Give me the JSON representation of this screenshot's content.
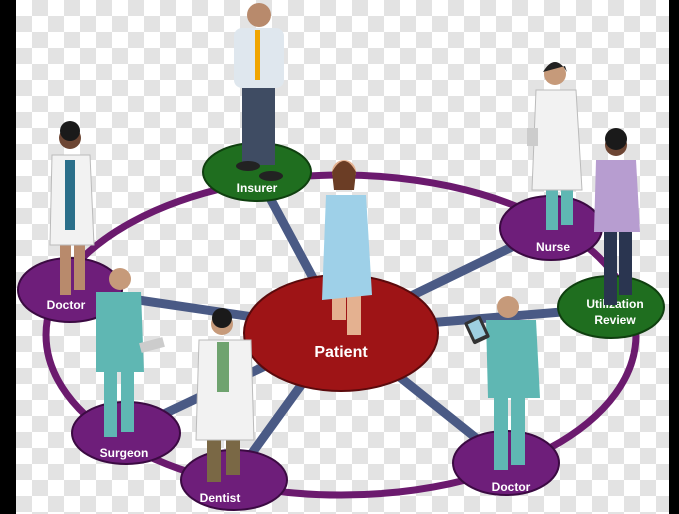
{
  "center": {
    "label": "Patient"
  },
  "nodes": [
    {
      "id": "insurer",
      "lines": [
        "Insurer"
      ]
    },
    {
      "id": "nurse",
      "lines": [
        "Nurse"
      ]
    },
    {
      "id": "utilization-review",
      "lines": [
        "Utilization",
        "Review"
      ]
    },
    {
      "id": "doctor-right",
      "lines": [
        "Doctor"
      ]
    },
    {
      "id": "dentist",
      "lines": [
        "Dentist"
      ]
    },
    {
      "id": "surgeon",
      "lines": [
        "Surgeon"
      ]
    },
    {
      "id": "doctor-left",
      "lines": [
        "Doctor"
      ]
    }
  ],
  "colors": {
    "ring": "#6b1a6e",
    "spoke": "#4a5a85",
    "center": "#9e1416",
    "purple-node": "#6e1e7a",
    "green-node": "#1f6e1f",
    "scrubs": "#5fb7b3",
    "coat": "#f2f2f2",
    "gown": "#9ed0e8"
  },
  "icons": [
    "person-insurer-icon",
    "person-nurse-icon",
    "person-utilization-icon",
    "person-doctor-icon",
    "person-dentist-icon",
    "person-surgeon-icon",
    "person-patient-icon",
    "tablet-icon"
  ]
}
